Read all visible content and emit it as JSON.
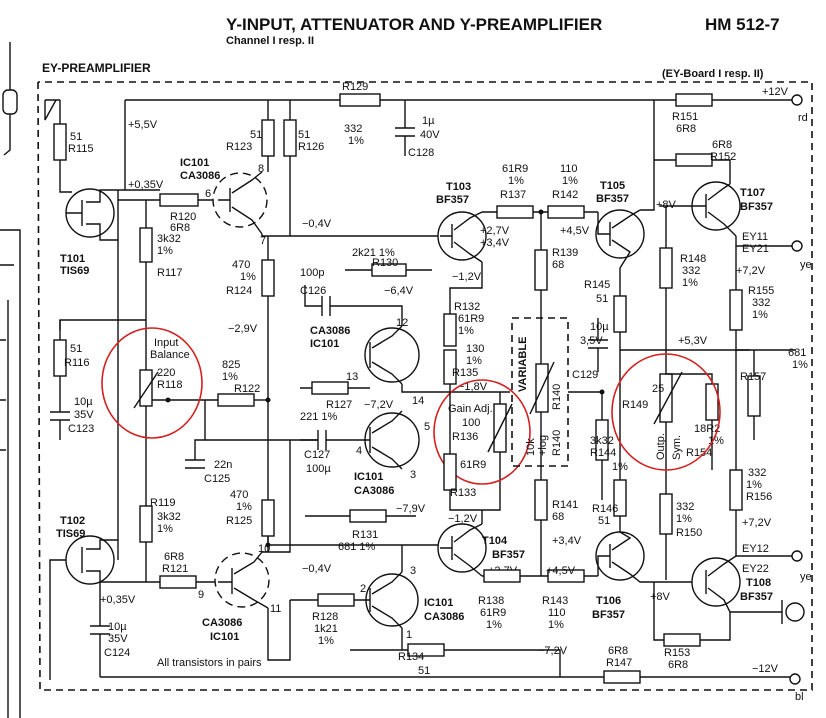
{
  "title": "Y-INPUT, ATTENUATOR AND Y-PREAMPLIFIER",
  "model": "HM 512-7",
  "subtitle": "Channel I resp. II",
  "section": "EY-PREAMPLIFIER",
  "board": "(EY-Board I resp. II)",
  "note": "All transistors in pairs",
  "rails": {
    "pos12": "+12V",
    "neg12": "−12V",
    "rd": "rd",
    "bl": "bl",
    "ye1": "ye",
    "ye2": "ye"
  },
  "connectors": {
    "ey11": "EY11",
    "ey21": "EY21",
    "ey12": "EY12",
    "ey22": "EY22"
  },
  "voltages": {
    "v55": "+5,5V",
    "v035a": "+0,35V",
    "v035b": "+0,35V",
    "v04a": "−0,4V",
    "v04b": "−0,4V",
    "v29": "−2,9V",
    "v64": "−6,4V",
    "v72": "−7,2V",
    "v79": "−7,9V",
    "v12a": "−1,2V",
    "v12b": "−1,2V",
    "v18": "−1,8V",
    "v27a": "+2,7V",
    "v34a": "+3,4V",
    "v45a": "+4,5V",
    "v27b": "+2,7V",
    "v34b": "+3,4V",
    "v45b": "+4,5V",
    "v72b": "−7,2V",
    "v8a": "+8V",
    "v8b": "+8V",
    "v72c": "+7,2V",
    "v53": "+5,3V",
    "v72d": "+7,2V"
  },
  "transistors": {
    "t101": {
      "ref": "T101",
      "type": "TIS69"
    },
    "t102": {
      "ref": "T102",
      "type": "TIS69"
    },
    "t103": {
      "ref": "T103",
      "type": "BF357"
    },
    "t104": {
      "ref": "T104",
      "type": "BF357"
    },
    "t105": {
      "ref": "T105",
      "type": "BF357"
    },
    "t106": {
      "ref": "T106",
      "type": "BF357"
    },
    "t107": {
      "ref": "T107",
      "type": "BF357"
    },
    "t108": {
      "ref": "T108",
      "type": "BF357"
    }
  },
  "ics": {
    "ic_top": {
      "ref": "IC101",
      "type": "CA3086"
    },
    "ic_bot": {
      "ref": "CA3086",
      "type": "IC101"
    },
    "ic_mid": {
      "ref": "CA3086",
      "type": "IC101"
    },
    "ic_c": {
      "ref": "IC101",
      "type": "CA3086"
    },
    "ic_d": {
      "ref": "IC101",
      "type": "CA3086"
    }
  },
  "pins": {
    "p6": "6",
    "p7": "7",
    "p8": "8",
    "p9": "9",
    "p10": "10",
    "p11": "11",
    "p12": "12",
    "p13": "13",
    "p14": "14",
    "p5": "5",
    "p4": "4",
    "p3a": "3",
    "p2": "2",
    "p3b": "3",
    "p1": "1"
  },
  "resistors": {
    "r115": [
      "51",
      "R115"
    ],
    "r123": [
      "51",
      "R123"
    ],
    "r126": [
      "51",
      "R126"
    ],
    "r120": [
      "R120",
      "6R8"
    ],
    "r117": [
      "3k32",
      "1%",
      "R117"
    ],
    "r124": [
      "470",
      "1%",
      "R124"
    ],
    "r129": [
      "R129",
      "332",
      "1%"
    ],
    "r130": [
      "2k21  1%",
      "R130"
    ],
    "r116": [
      "51",
      "R116"
    ],
    "r118": [
      "Input",
      "Balance",
      "220",
      "R118"
    ],
    "r122": [
      "825",
      "1%",
      "R122"
    ],
    "r127": [
      "R127",
      "221 1%"
    ],
    "r132": [
      "R132",
      "61R9",
      "1%"
    ],
    "r135": [
      "130",
      "1%",
      "R135"
    ],
    "r136": [
      "Gain Adj.",
      "100",
      "R136"
    ],
    "r133": [
      "61R9",
      "R133"
    ],
    "r137": [
      "61R9",
      "1%",
      "R137"
    ],
    "r142": [
      "110",
      "1%",
      "R142"
    ],
    "r139": [
      "R139",
      "68"
    ],
    "r140": [
      "VARIABLE",
      "R140",
      "10k",
      "+log",
      "R140"
    ],
    "r145": [
      "R145",
      "51"
    ],
    "r151": [
      "R151",
      "6R8"
    ],
    "r152": [
      "6R8",
      "R152"
    ],
    "r148": [
      "R148",
      "332",
      "1%"
    ],
    "r155": [
      "R155",
      "332",
      "1%"
    ],
    "r149": [
      "25",
      "R149",
      "Outp.",
      "Sym."
    ],
    "r154": [
      "18R2",
      "1%",
      "R154"
    ],
    "r157": [
      "681",
      "1%",
      "R157"
    ],
    "r144": [
      "R144",
      "3k32",
      "1%"
    ],
    "r146": [
      "R146",
      "51"
    ],
    "r150": [
      "332",
      "1%",
      "R150"
    ],
    "r156": [
      "332",
      "1%",
      "R156"
    ],
    "r119": [
      "R119",
      "3k32",
      "1%"
    ],
    "r121": [
      "6R8",
      "R121"
    ],
    "r125": [
      "470",
      "1%",
      "R125"
    ],
    "r131": [
      "R131",
      "681 1%"
    ],
    "r141": [
      "R141",
      "68"
    ],
    "r128": [
      "R128",
      "1k21",
      "1%"
    ],
    "r138": [
      "R138",
      "61R9",
      "1%"
    ],
    "r143": [
      "R143",
      "110",
      "1%"
    ],
    "r134": [
      "R134",
      "51"
    ],
    "r147": [
      "6R8",
      "R147"
    ],
    "r153": [
      "R153",
      "6R8"
    ]
  },
  "capacitors": {
    "c128": [
      "1µ",
      "40V",
      "C128"
    ],
    "c126": [
      "100p",
      "C126"
    ],
    "c123": [
      "10µ",
      "35V",
      "C123"
    ],
    "c125": [
      "22n",
      "C125"
    ],
    "c127": [
      "C127",
      "100µ"
    ],
    "c129": [
      "10µ",
      "3,5V",
      "C129"
    ],
    "c124": [
      "10µ",
      "35V",
      "C124"
    ]
  }
}
